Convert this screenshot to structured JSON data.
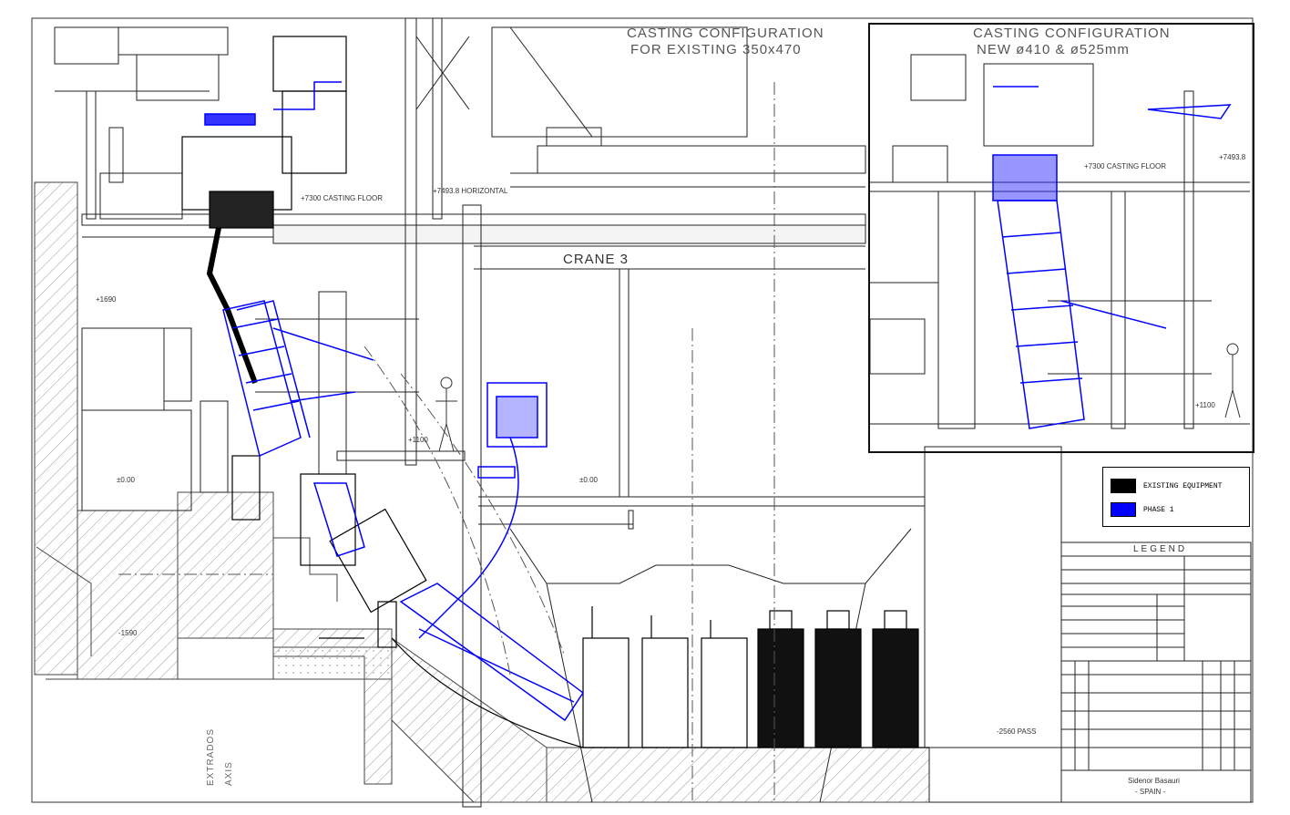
{
  "labels": {
    "existing_title_1": "CASTING CONFIGURATION",
    "existing_title_2": "FOR EXISTING 350x470",
    "new_title_1": "CASTING CONFIGURATION",
    "new_title_2": "NEW ø410 & ø525mm",
    "crane": "CRANE 3",
    "axis": "AXIS",
    "axis_2": "EXTRADOS",
    "casting_floor_main": "+7300 CASTING FLOOR",
    "horizontal": "+7493.8 HORIZONTAL",
    "casting_floor_inset": "+7300 CASTING FLOOR",
    "inset_level": "+7493.8",
    "level_1": "+1690",
    "level_2": "+1100",
    "level_3": "±0.00",
    "level_4": "±0.00",
    "level_5": "-1590",
    "level_6": "+1100",
    "level_7": "-2560 PASS"
  },
  "legend": {
    "title": "LEGEND",
    "existing": "EXISTING EQUIPMENT",
    "phase": "PHASE 1"
  },
  "titleblock": {
    "client_1": "Sidenor Basauri",
    "client_2": "- SPAIN -"
  },
  "colors": {
    "existing": "#000000",
    "new": "#0000ff",
    "hatch": "#777777"
  }
}
